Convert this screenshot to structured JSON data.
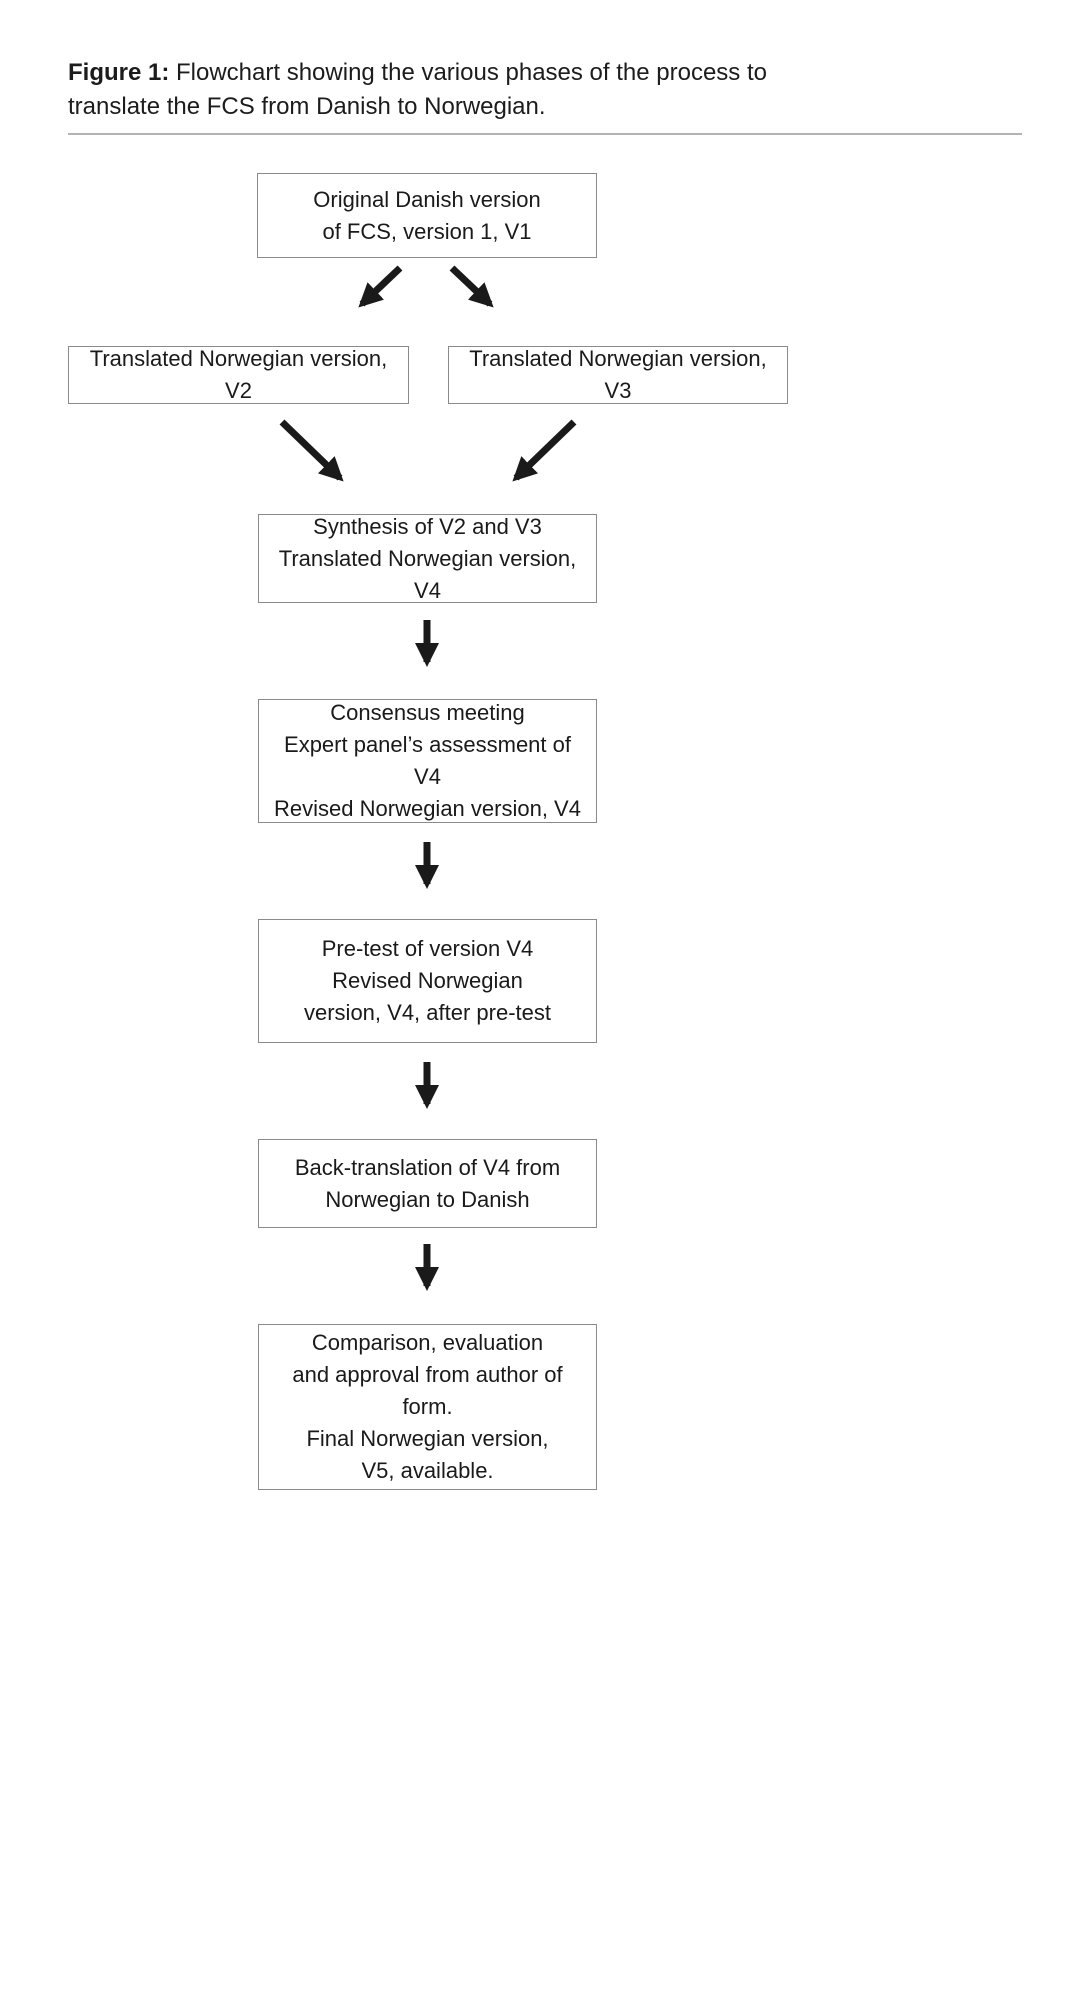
{
  "figure": {
    "label": "Figure 1:",
    "caption": " Flowchart showing the various phases of the process to translate the FCS from Danish to Norwegian."
  },
  "colors": {
    "box_border": "#8a8a8a",
    "text": "#1a1a1a",
    "arrow": "#1a1a1a",
    "rule": "#b3b3b3",
    "background": "#ffffff"
  },
  "flowchart": {
    "nodes": [
      {
        "id": "v1",
        "text": "Original Danish version\nof FCS, version 1, V1"
      },
      {
        "id": "v2",
        "text": "Translated Norwegian version, V2"
      },
      {
        "id": "v3",
        "text": "Translated Norwegian version, V3"
      },
      {
        "id": "synthesis-v4",
        "text": "Synthesis of V2 and V3\nTranslated Norwegian version, V4"
      },
      {
        "id": "consensus-v4",
        "text": "Consensus meeting\nExpert panel’s assessment of V4\nRevised Norwegian version, V4"
      },
      {
        "id": "pretest-v4",
        "text": "Pre-test of version V4\nRevised Norwegian\nversion, V4, after pre-test"
      },
      {
        "id": "back-translation",
        "text": "Back-translation of V4 from\nNorwegian to Danish"
      },
      {
        "id": "final-v5",
        "text": "Comparison, evaluation\nand approval from author of form.\nFinal Norwegian version,\nV5, available."
      }
    ],
    "edges": [
      {
        "from": "v1",
        "to": "v2"
      },
      {
        "from": "v1",
        "to": "v3"
      },
      {
        "from": "v2",
        "to": "synthesis-v4"
      },
      {
        "from": "v3",
        "to": "synthesis-v4"
      },
      {
        "from": "synthesis-v4",
        "to": "consensus-v4"
      },
      {
        "from": "consensus-v4",
        "to": "pretest-v4"
      },
      {
        "from": "pretest-v4",
        "to": "back-translation"
      },
      {
        "from": "back-translation",
        "to": "final-v5"
      }
    ]
  }
}
